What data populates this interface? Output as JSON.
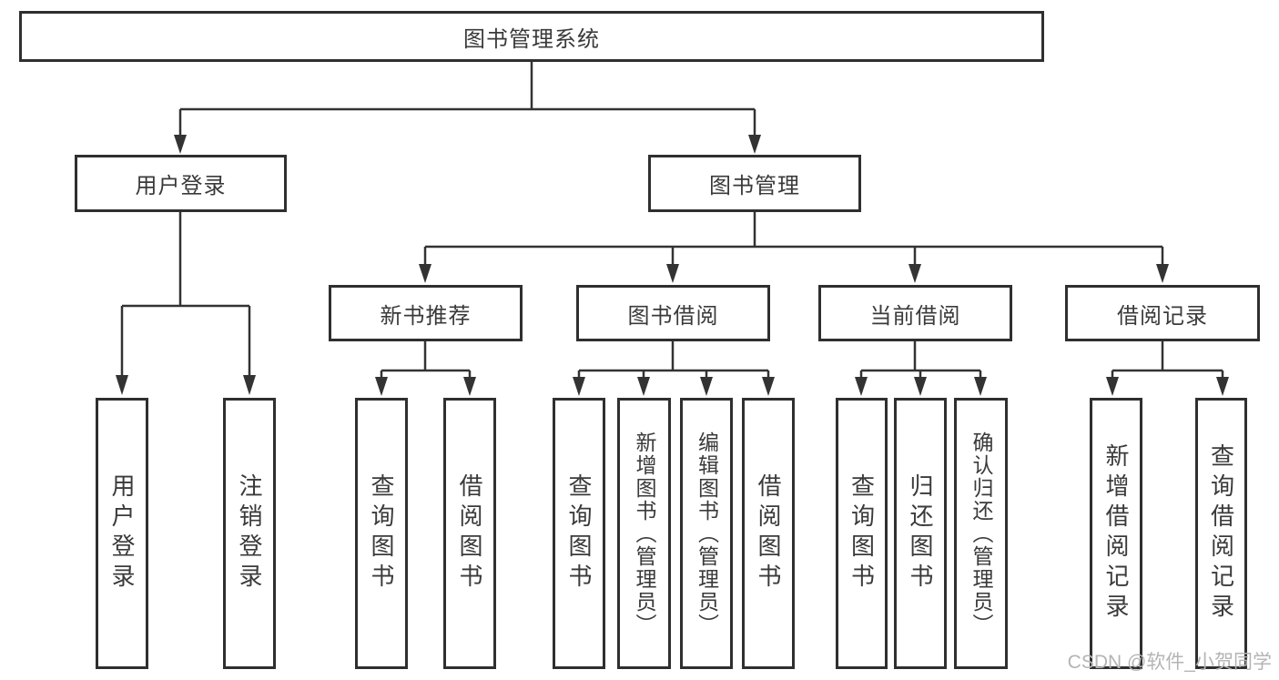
{
  "diagram": {
    "background": "#ffffff",
    "line_color": "#333333",
    "border_color": "#2f2f2f",
    "text_color": "#3a3a3a"
  },
  "tree": {
    "label": "图书管理系统",
    "children": [
      {
        "label": "用户登录",
        "children": [
          {
            "label": "用户登录"
          },
          {
            "label": "注销登录"
          }
        ]
      },
      {
        "label": "图书管理",
        "children": [
          {
            "label": "新书推荐",
            "children": [
              {
                "label": "查询图书"
              },
              {
                "label": "借阅图书"
              }
            ]
          },
          {
            "label": "图书借阅",
            "children": [
              {
                "label": "查询图书"
              },
              {
                "label": "新增图书（管理员）"
              },
              {
                "label": "编辑图书（管理员）"
              },
              {
                "label": "借阅图书"
              }
            ]
          },
          {
            "label": "当前借阅",
            "children": [
              {
                "label": "查询图书"
              },
              {
                "label": "归还图书"
              },
              {
                "label": "确认归还（管理员）"
              }
            ]
          },
          {
            "label": "借阅记录",
            "children": [
              {
                "label": "新增借阅记录"
              },
              {
                "label": "查询借阅记录"
              }
            ]
          }
        ]
      }
    ]
  },
  "watermark": {
    "text": "CSDN @软件_小贺同学",
    "color": "#b4b4b4"
  }
}
